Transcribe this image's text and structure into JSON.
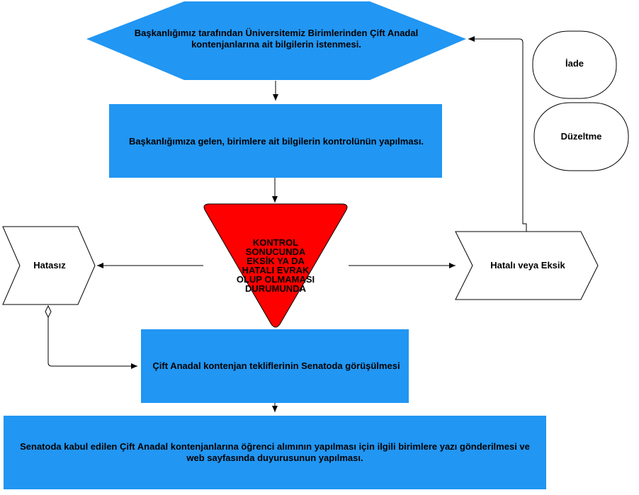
{
  "nodes": {
    "start": "Başkanlığımız tarafından Üniversitemiz Birimlerinden Çift Anadal kontenjanlarına ait bilgilerin istenmesi.",
    "check": "Başkanlığımıza gelen, birimlere ait bilgilerin kontrolünün yapılması.",
    "decision": "KONTROL SONUCUNDA EKSİK YA DA HATALI EVRAK OLUP OLMAMASI DURUMUNDA",
    "ok": "Hatasız",
    "error": "Hatalı veya Eksik",
    "return": "İade",
    "fix": "Düzeltme",
    "senate": "Çift Anadal kontenjan tekliflerinin Senatoda görüşülmesi",
    "final": "Senatoda kabul edilen Çift Anadal kontenjanlarına öğrenci alımının yapılması için ilgili birimlere yazı gönderilmesi ve web sayfasında duyurusunun yapılması."
  },
  "colors": {
    "process": "#2196F3",
    "decision": "#FF0000"
  }
}
